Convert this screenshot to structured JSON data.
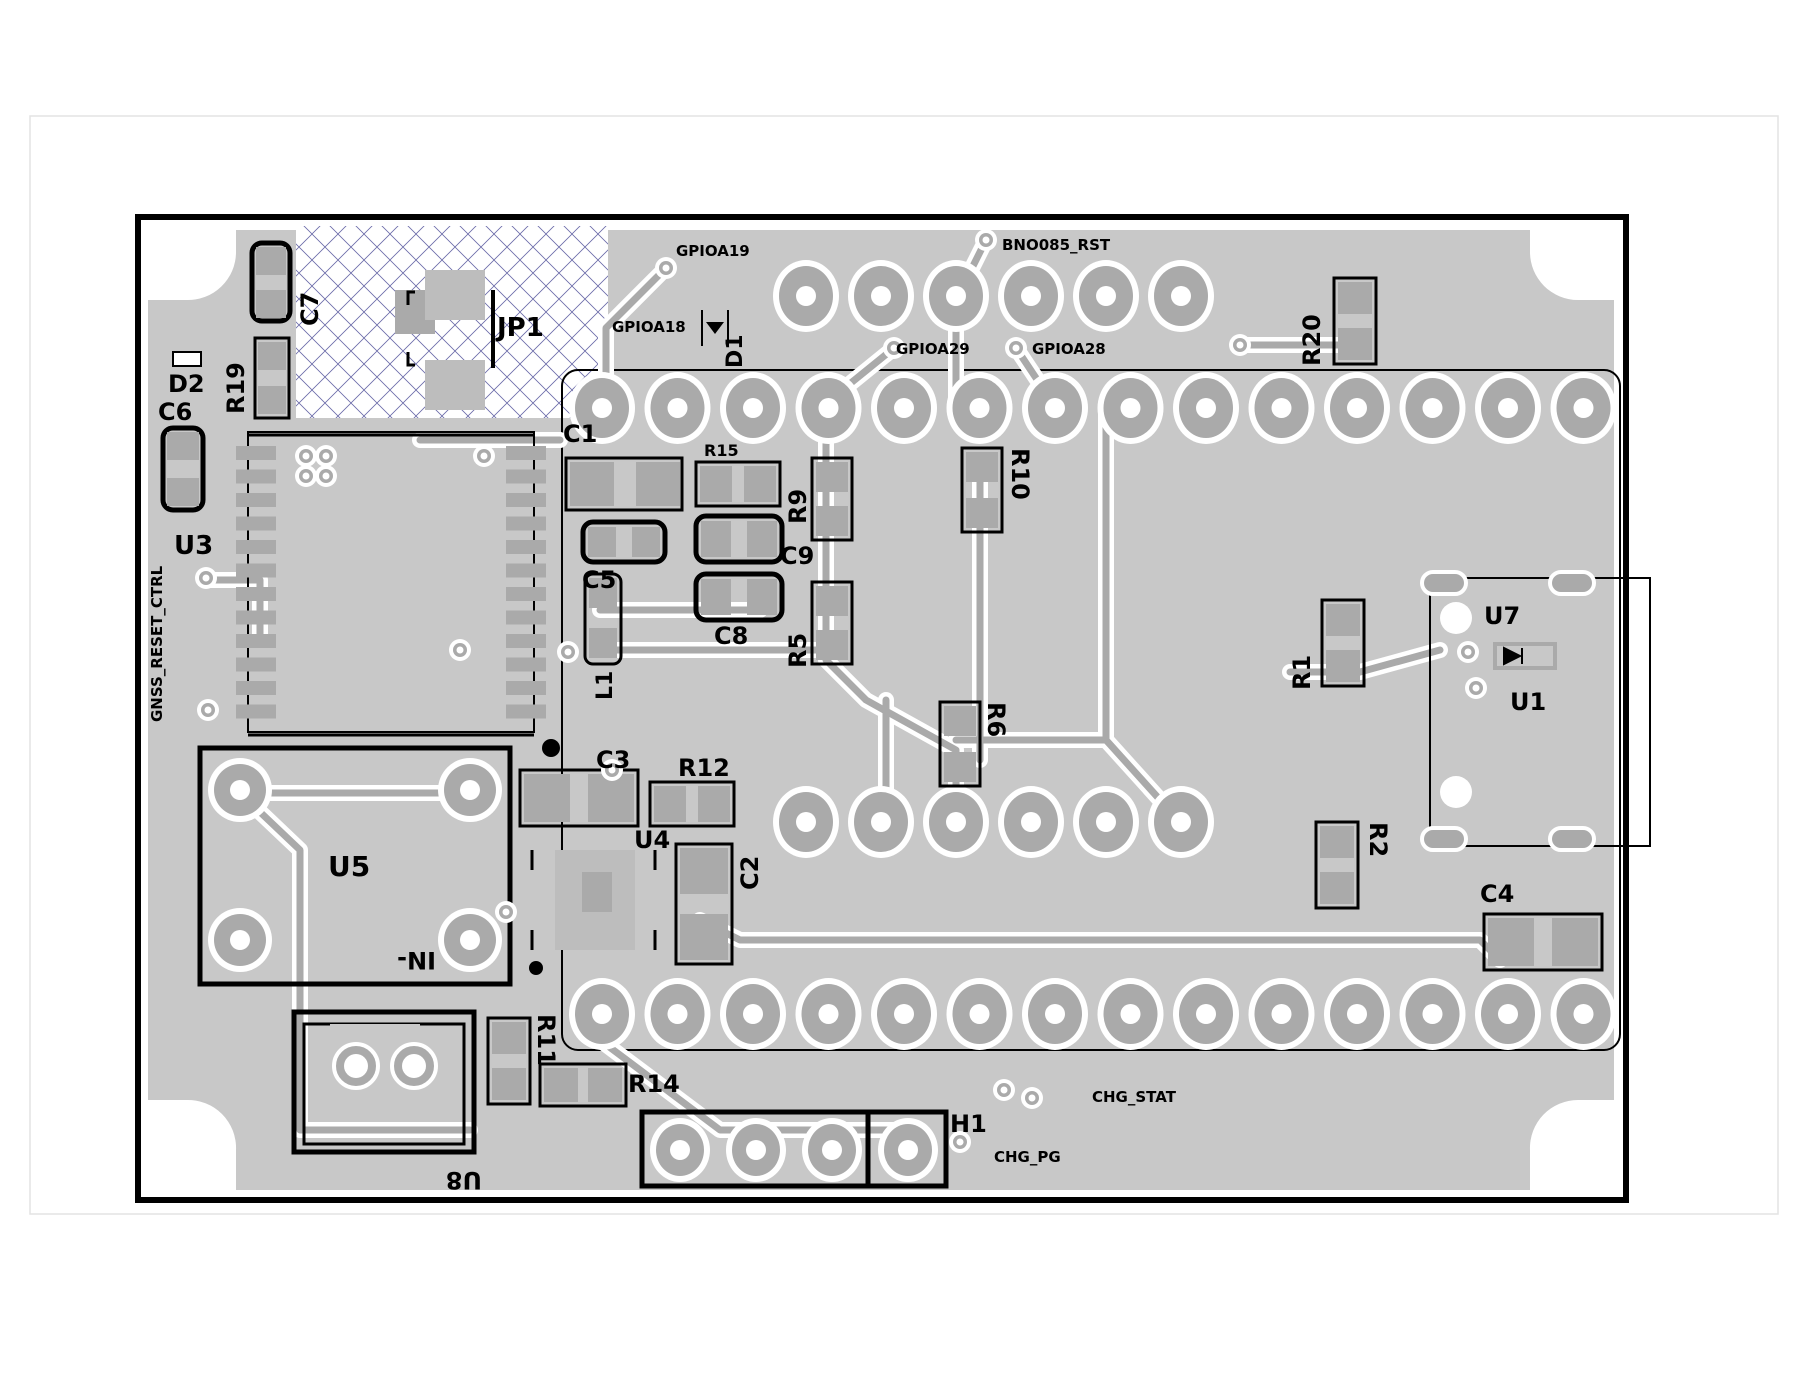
{
  "colors": {
    "page": "#ffffff",
    "frame": "#e6e6e6",
    "board_fill": "#c8c8c8",
    "copper_clear": "#ffffff",
    "trace": "#aaaaaa",
    "pad": "#aaaaaa",
    "silk": "#000000",
    "keepout": "#6a6aa8"
  },
  "designators": {
    "C7": "C7",
    "JP1": "JP1",
    "D2": "D2",
    "R19": "R19",
    "C6": "C6",
    "U3": "U3",
    "C1": "C1",
    "R15": "R15",
    "R9": "R9",
    "R10": "R10",
    "C9": "C9",
    "C5": "C5",
    "C8": "C8",
    "R5": "R5",
    "L1": "L1",
    "D1": "D1",
    "R20": "R20",
    "U7": "U7",
    "U1": "U1",
    "R1": "R1",
    "R2": "R2",
    "R6": "R6",
    "C3": "C3",
    "R12": "R12",
    "U4": "U4",
    "C2": "C2",
    "U5": "U5",
    "IN": "IN-",
    "C4": "C4",
    "R11": "R11",
    "R14": "R14",
    "U8": "U8",
    "H1": "H1"
  },
  "net_labels": {
    "gpioa19": "GPIOA19",
    "bno085_rst": "BNO085_RST",
    "gpioa18": "GPIOA18",
    "gpioa29": "GPIOA29",
    "gpioa28": "GPIOA28",
    "gnss_reset_ctrl": "GNSS_RESET_CTRL",
    "chg_stat": "CHG_STAT",
    "chg_pg": "CHG_PG"
  }
}
